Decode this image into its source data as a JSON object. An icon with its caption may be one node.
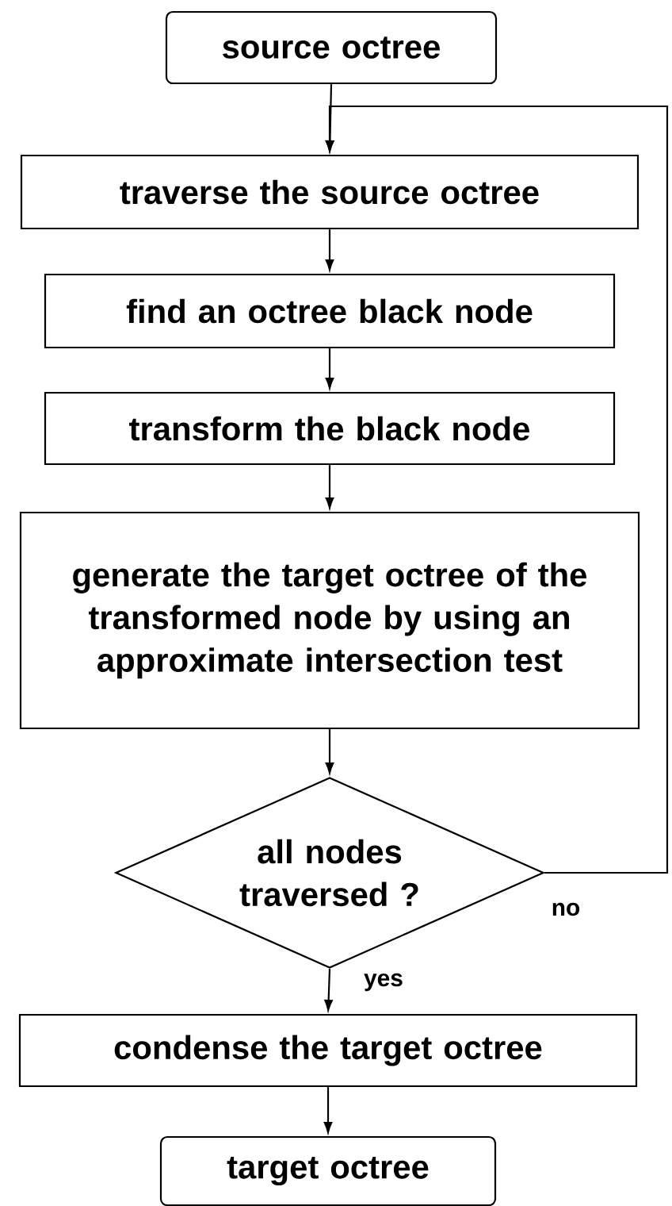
{
  "diagram": {
    "nodes": [
      {
        "text": [
          "source octree"
        ]
      },
      {
        "text": [
          "traverse the source octree"
        ]
      },
      {
        "text": [
          "find an octree black node"
        ]
      },
      {
        "text": [
          "transform the black node"
        ]
      },
      {
        "text": [
          "generate the target octree of the transformed node by using an approximate intersection test"
        ]
      },
      {
        "text": [
          "all nodes traversed ?"
        ]
      },
      {
        "text": [
          "condense the target octree"
        ]
      },
      {
        "text": [
          "target octree"
        ]
      }
    ],
    "edges": [
      {
        "from": 0,
        "to": 1,
        "arrow": "to"
      },
      {
        "from": 1,
        "to": 2,
        "arrow": "to"
      },
      {
        "from": 2,
        "to": 3,
        "arrow": "to"
      },
      {
        "from": 3,
        "to": 4,
        "arrow": "to"
      },
      {
        "from": 4,
        "to": 5,
        "arrow": "to"
      },
      {
        "from": 5,
        "to": 6,
        "arrow": "to",
        "label": "yes"
      },
      {
        "from": 6,
        "to": 7,
        "arrow": "to"
      },
      {
        "from": 5,
        "to": 1,
        "arrow": "to",
        "label": "no"
      }
    ]
  }
}
